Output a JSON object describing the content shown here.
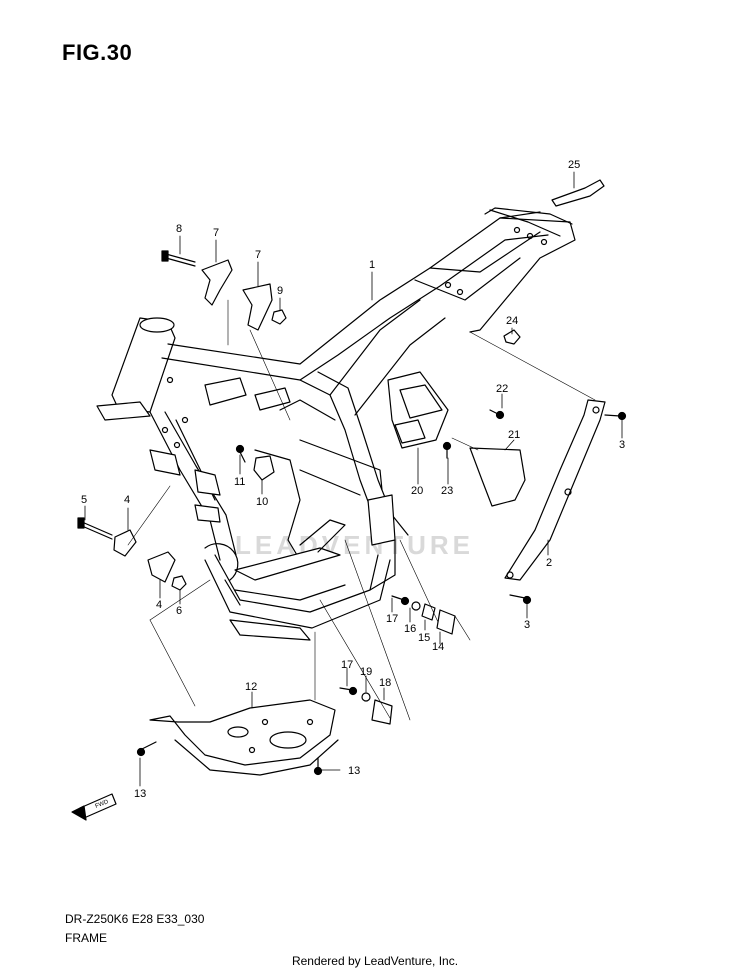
{
  "figure": {
    "title": "FIG.30",
    "code": "DR-Z250K6 E28 E33_030",
    "name": "FRAME"
  },
  "watermark": "LEADVENTURE",
  "footer": "Rendered by LeadVenture, Inc.",
  "fwd_arrow_label": "FWD",
  "callouts": {
    "c1": "1",
    "c2": "2",
    "c3a": "3",
    "c3b": "3",
    "c4a": "4",
    "c4b": "4",
    "c5": "5",
    "c6": "6",
    "c7a": "7",
    "c7b": "7",
    "c8": "8",
    "c9": "9",
    "c10": "10",
    "c11": "11",
    "c12": "12",
    "c13a": "13",
    "c13b": "13",
    "c14": "14",
    "c15": "15",
    "c16": "16",
    "c17a": "17",
    "c17b": "17",
    "c18": "18",
    "c19": "19",
    "c20": "20",
    "c21": "21",
    "c22": "22",
    "c23": "23",
    "c24": "24",
    "c25": "25"
  }
}
